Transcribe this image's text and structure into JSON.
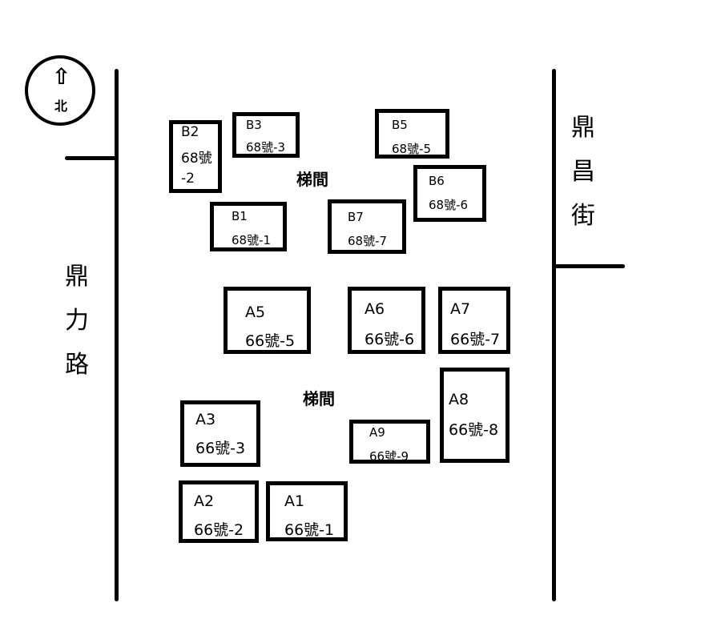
{
  "compass": {
    "arrow_icon": "up-arrow-icon",
    "label": "北"
  },
  "roads": {
    "left": [
      "鼎",
      "力",
      "路"
    ],
    "right": [
      "鼎",
      "昌",
      "街"
    ]
  },
  "stairs": [
    "梯間",
    "梯間"
  ],
  "units": {
    "B2": {
      "code": "B2",
      "addr1": "68號",
      "addr2": "-2"
    },
    "B3": {
      "code": "B3",
      "addr": "68號-3"
    },
    "B5": {
      "code": "B5",
      "addr": "68號-5"
    },
    "B6": {
      "code": "B6",
      "addr": "68號-6"
    },
    "B1": {
      "code": "B1",
      "addr": "68號-1"
    },
    "B7": {
      "code": "B7",
      "addr": "68號-7"
    },
    "A5": {
      "code": "A5",
      "addr": "66號-5"
    },
    "A6": {
      "code": "A6",
      "addr": "66號-6"
    },
    "A7": {
      "code": "A7",
      "addr": "66號-7"
    },
    "A8": {
      "code": "A8",
      "addr": "66號-8"
    },
    "A3": {
      "code": "A3",
      "addr": "66號-3"
    },
    "A9": {
      "code": "A9",
      "addr": "66號-9"
    },
    "A2": {
      "code": "A2",
      "addr": "66號-2"
    },
    "A1": {
      "code": "A1",
      "addr": "66號-1"
    }
  }
}
